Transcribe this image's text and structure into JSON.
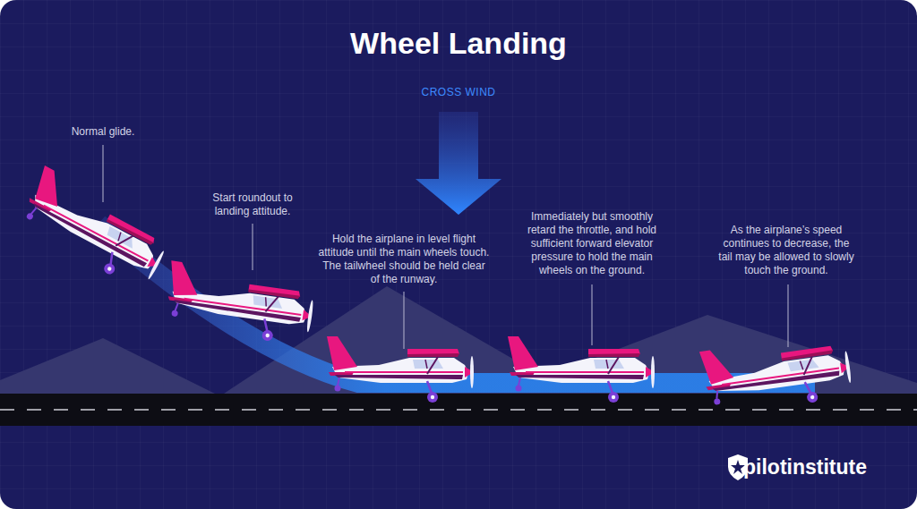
{
  "diagram": {
    "title": "Wheel Landing",
    "labels": [
      "CROSS WIND",
      "Normal glide.",
      "Start roundout to landing attitude.",
      "Hold the airplane in level flight attitude until the main wheels touch. The tailwheel should be held clear of the runway.",
      "Immediately but smoothly retard the throttle, and hold sufficient forward elevator pressure to hold the main wheels on the ground.",
      "As the airplane’s speed continues to decrease, the tail may be allowed to slowly touch the ground.",
      "pilotinstitute"
    ]
  }
}
